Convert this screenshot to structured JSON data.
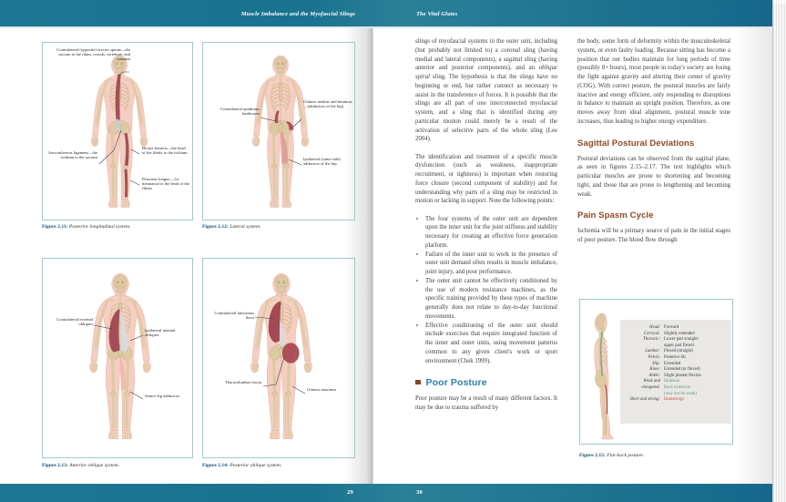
{
  "header": {
    "left_running_head": "Muscle Imbalance and the Myofascial Slings",
    "right_running_head": "The Vital Glutes"
  },
  "footer": {
    "left_page_number": "29",
    "right_page_number": "30"
  },
  "left_page": {
    "figures": [
      {
        "number": "Figure 2.11:",
        "caption": "Posterior longitudinal system.",
        "labels": [
          "Contralateral (opposite) erector spinae—the sacrum to the ilium, costals, vertebrae, and cranium",
          "Sacrotuberous ligament—the ischium to the sacrum",
          "Biceps femoris—the head of the fibula to the ischium",
          "Peroneus longus—1st metatarsal to the head of the fibula"
        ]
      },
      {
        "number": "Figure 2.12:",
        "caption": "Lateral system.",
        "labels": [
          "Contralateral quadratus lumborum",
          "Gluteus medius and minimus—(abductors of the hip)",
          "Ipsilateral (same-side) adductors of the hip"
        ]
      },
      {
        "number": "Figure 2.13:",
        "caption": "Anterior oblique system.",
        "labels": [
          "Contralateral external obliques",
          "Ipsilateral internal obliques",
          "Stance leg adductors"
        ]
      },
      {
        "number": "Figure 2.14:",
        "caption": "Posterior oblique system.",
        "labels": [
          "Contralateral latissimus dorsi",
          "Thoracolumbar fascia",
          "Gluteus maximus"
        ]
      }
    ]
  },
  "right_page": {
    "column1": {
      "para1_a": "slings of myofascial systems in the outer unit, including (but probably not limited to) a ",
      "para1_em1": "coronal",
      "para1_b": " sling (having medial and lateral components), a ",
      "para1_em2": "sagittal",
      "para1_c": " sling (having anterior and posterior components), and an ",
      "para1_em3": "oblique spiral",
      "para1_d": " sling. The hypothesis is that the slings have no beginning or end, but rather connect as necessary to assist in the transference of forces. It is possible that the slings are all part of one interconnected myofascial system, and a sling that is identified during any particular motion could merely be a result of the activation of selective parts of the whole sling (Lee 2004).",
      "para2": "The identification and treatment of a specific muscle dysfunction (such as weakness, inappropriate recruitment, or tightness) is important when restoring force closure (second component of stability) and for understanding why parts of a sling may be restricted in motion or lacking in support. Note the following points:",
      "bullets": [
        "The four systems of the outer unit are dependent upon the inner unit for the joint stiffness and stability necessary for creating an effective force generation platform.",
        "Failure of the inner unit to work in the presence of outer unit demand often results in muscle imbalance, joint injury, and poor performance.",
        "The outer unit cannot be effectively conditioned by the use of modern resistance machines, as the specific training provided by these types of machine generally does not relate to day-to-day functional movements.",
        "Effective conditioning of the outer unit should include exercises that require integrated function of the inner and outer units, using movement patterns common to any given client's work or sport environment (Chek 1999)."
      ],
      "heading_poor_posture": "Poor Posture",
      "para3": "Poor posture may be a result of many different factors. It may be due to trauma suffered by"
    },
    "column2": {
      "para1": "the body, some form of deformity within the musculoskeletal system, or even faulty loading. Because sitting has become a position that our bodies maintain for long periods of time (possibly 8+ hours), most people in today's society are losing the fight against gravity and altering their center of gravity (COG). With correct posture, the postural muscles are fairly inactive and energy efficient, only responding to disruptions in balance to maintain an upright position. Therefore, as one moves away from ideal alignment, postural muscle tone increases, thus leading to higher energy expenditure.",
      "heading_sagittal": "Sagittal Postural Deviations",
      "para2": "Postural deviations can be observed from the sagittal plane, as seen in figures 2.15–2.17. The text highlights which particular muscles are prone to shortening and becoming tight, and those that are prone to lengthening and becoming weak.",
      "heading_pain": "Pain Spasm Cycle",
      "para3": "Ischemia will be a primary source of pain in the initial stages of poor posture. The blood flow through"
    },
    "figure215": {
      "number": "Figure 2.15:",
      "caption": "Flat-back posture.",
      "rows": [
        {
          "label": "Head:",
          "value": "Forward"
        },
        {
          "label": "Cervical:",
          "value": "Slightly extended"
        },
        {
          "label": "Thoracic:",
          "value": "Lower part straight/",
          "value2": "upper part flexed"
        },
        {
          "label": "Lumbar:",
          "value": "Flexed (straight)"
        },
        {
          "label": "Pelvis:",
          "value": "Posterior tilt"
        },
        {
          "label": "Hip:",
          "value": "Extended"
        },
        {
          "label": "Knee:",
          "value": "Extended (or flexed)"
        },
        {
          "label": "Ankle:",
          "value": "Slight plantar flexion"
        },
        {
          "label": "Weak and",
          "label2": "elongated:",
          "value": "Iliopsoas",
          "value2": "Back extensors",
          "value3": "(may not be weak)",
          "tone": "green"
        },
        {
          "label": "Short and strong:",
          "value": "Hamstrings",
          "tone": "red"
        }
      ]
    }
  },
  "colors": {
    "chrome_teal": "#1a7290",
    "figure_border": "#9dc9d9",
    "heading_blue": "#2d7fa7",
    "heading_brown": "#8e4a23",
    "muscle_red": "#9e4450",
    "bone_tan": "#ddc9a3",
    "skin_pink": "#f4cec0",
    "weak_green": "#5f9b70",
    "short_red": "#c2503f"
  }
}
